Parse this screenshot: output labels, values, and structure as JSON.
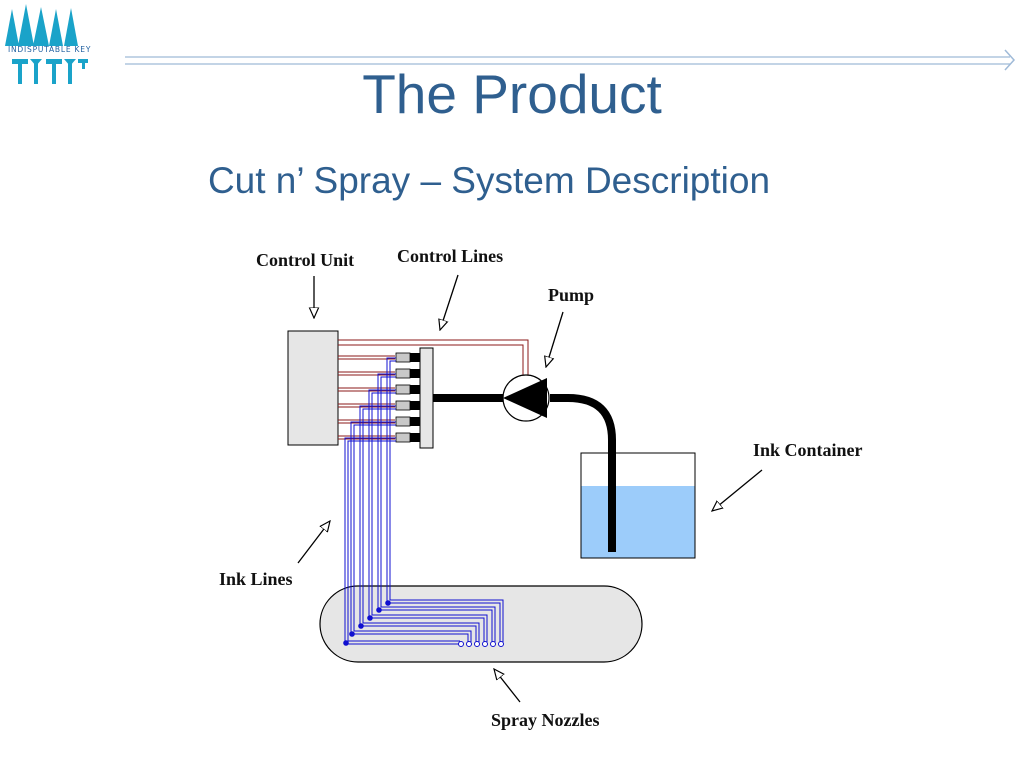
{
  "header": {
    "logo_text": "INDISPUTABLE KEY",
    "title": "The Product",
    "subtitle": "Cut n’ Spray – System Description"
  },
  "diagram": {
    "labels": {
      "control_unit": "Control Unit",
      "control_lines": "Control Lines",
      "pump": "Pump",
      "ink_container": "Ink Container",
      "ink_lines": "Ink Lines",
      "spray_nozzles": "Spray Nozzles"
    }
  },
  "colors": {
    "title": "#2f5f8f",
    "logo": "#1aa3c9",
    "control_line": "#8b1a1a",
    "ink_line": "#1010d0",
    "ink": "#9cccfa",
    "unit_fill": "#e6e6e6"
  }
}
